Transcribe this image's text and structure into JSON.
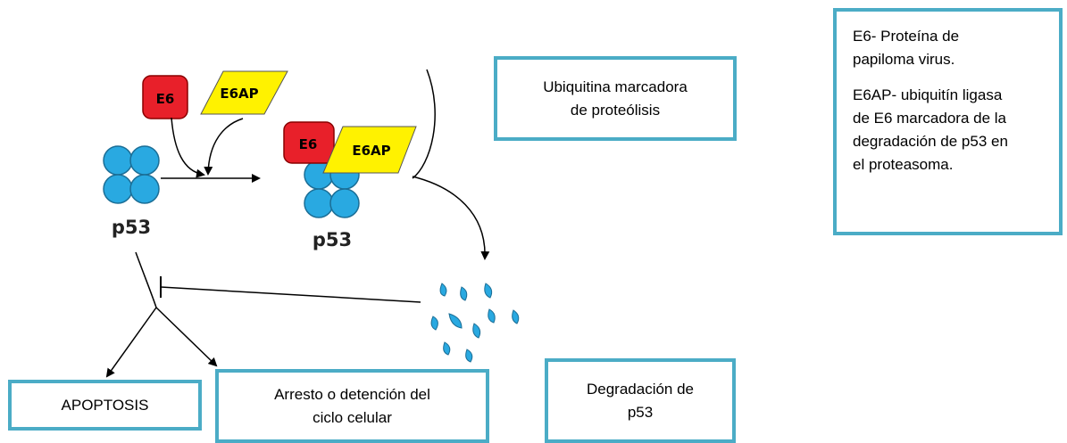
{
  "diagram": {
    "left_complex": {
      "e6_tag": "E6",
      "e6ap_tag": "E6AP",
      "protein_label": "p53"
    },
    "right_complex": {
      "e6_tag": "E6",
      "e6ap_tag": "E6AP",
      "protein_label": "p53"
    }
  },
  "boxes": {
    "ubiquitina": {
      "line1": "Ubiquitina marcadora",
      "line2": "de proteólisis"
    },
    "legend": {
      "e6": [
        "E6- Proteína de",
        "papiloma virus."
      ],
      "e6ap": [
        "E6AP- ubiquitín ligasa",
        "de E6 marcadora de la",
        "degradación de p53 en",
        "el proteasoma."
      ]
    },
    "apoptosis": "APOPTOSIS",
    "arresto": {
      "line1": "Arresto o detención del",
      "line2": "ciclo celular"
    },
    "degradacion": {
      "line1": "Degradación de",
      "line2": "p53"
    }
  },
  "colors": {
    "box_border": "#4bacc6",
    "p53": "#29a9e1",
    "e6": "#e8202a",
    "e6ap": "#fff200"
  }
}
